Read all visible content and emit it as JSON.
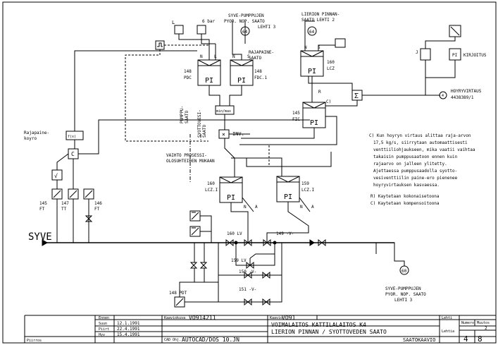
{
  "pi": {
    "l148pdc": [
      "148",
      "PDC"
    ],
    "l148fdc": [
      "148",
      "FDC.1"
    ],
    "l160lcz": [
      "160",
      "LCZ"
    ],
    "l145fic": [
      "145",
      "FIC"
    ],
    "l160lczi": [
      "160",
      "LCZ.I"
    ],
    "l159lczi": [
      "159",
      "LCZ.I"
    ],
    "label": "PI"
  },
  "instruments": {
    "ft145": [
      "145",
      "FT"
    ],
    "tt147": [
      "147",
      "TT"
    ],
    "ft146": [
      "146",
      "FT"
    ],
    "pdt148": "148 PDT",
    "v_box": "√",
    "c_box": "C",
    "fx_box": "f(x)",
    "pi_small": "PI",
    "j_small": "J",
    "minmax_box": "min/max",
    "sum_box": "Σ",
    "times_box": "×"
  },
  "labels": {
    "rajapainekoyro": [
      "Rajapaine-",
      "koyro"
    ],
    "syve_pumppujen_top": [
      "SYVE-PUMPPUJEN",
      "PYOR. NOP. SAATO",
      "LEHTI 3"
    ],
    "lierion_pinnan": [
      "LIERION PINNAN-",
      "SAATO  LEHTI 2"
    ],
    "rajapainesaato": [
      "RAJAPAINE-",
      "SAATO"
    ],
    "l_top": "L",
    "bar6": "6 bar",
    "circle_64a": "64",
    "circle_64b": "64",
    "circle_60": "60",
    "circle_4": "4",
    "kirjoitus": "KIRJOITUS",
    "hoyryvirtaus": [
      "HOYRYVIRTAUS",
      "4438389/1"
    ],
    "pumppusaato": [
      "PUMPPU-",
      "SAATO"
    ],
    "syotvettisaato": [
      "SYOTTOVESI-",
      "SAATO"
    ],
    "inv": "INV.",
    "vaihto": [
      "VAIHTO PROSESSI-",
      "OLOSUHTEIDEN MUKAAN"
    ],
    "syve": "SYVE",
    "v160lv": "160 LV",
    "v149v": "149 -V-",
    "v159lv": "159 LV",
    "v150v": "150 -V-",
    "v151v": "151 -V-",
    "syve_pumppujen_bottom": [
      "SYVE-PUMPPUJEN",
      "PYOR. NOP. SAATO",
      "LEHTI 3"
    ],
    "letters_n": "N",
    "letters_a": "A",
    "letters_s": "S",
    "letters_r": "R",
    "letters_c": "C)",
    "letters_l": "L"
  },
  "notes": [
    "C) Kun hoyryn virtaus alittaa raja-arvon",
    "17,5 kg/s, siirrytaan automaattisesti",
    "venttiiliohjaukseen, mika vaatii vaihtaa",
    "takaisin pumppusaatoon ennen kuin",
    "rajaarvo on jalleen ylitetty.",
    "Ajettaessa pumppusaadolla syotto-",
    "vesiventtiilin paine-ero pienenee",
    "hoyryvirtauksen kasvaessa.",
    "",
    "R) Kaytetaan kokonaisetoona",
    "C) Kaytetaan kompensoitoona"
  ],
  "title_block": {
    "rows": [
      [
        "Ennen",
        "",
        ""
      ],
      [
        "Suun",
        "12.1.1991",
        ""
      ],
      [
        "Piirt",
        "22.4.1991",
        ""
      ],
      [
        "Hyv",
        "15.4.1991",
        ""
      ]
    ],
    "vasen_mark": "Piirros",
    "doc_id_label": "Kaaviokuva",
    "doc_id": "VO914211",
    "doc_code_label": "Kaavio",
    "doc_code": "VO91",
    "title_line1": "VOIMALAITOS KATTILALAITOS K4",
    "title_line2": "LIERION PINNAN / SYOTTOVEDEN SAATO",
    "author_label": "CAD Ohj.",
    "author": "AUTOCAD/DOS 10.JN",
    "type": "SAATOKAAVIO",
    "sheet_label": "Lehti",
    "sheet": "4",
    "of_label": "Lehtia",
    "of": "8",
    "rev_label": "Muutos",
    "rev_number_label": "Numero",
    "rev": "2"
  }
}
